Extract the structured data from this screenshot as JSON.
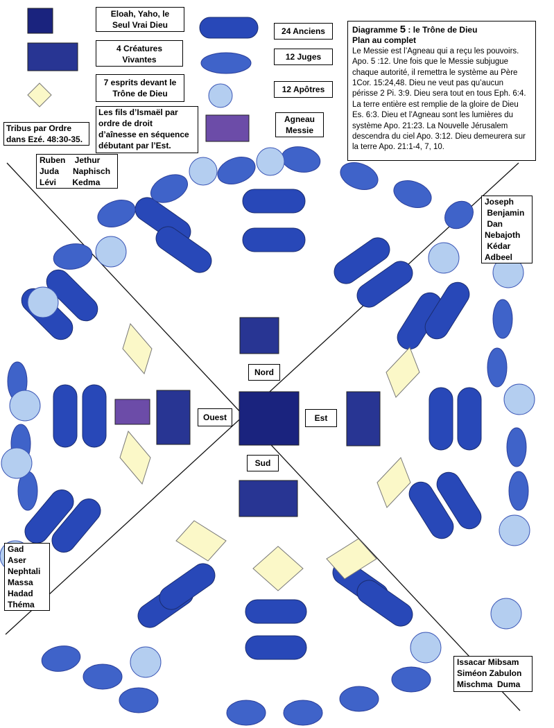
{
  "legend": {
    "throne_label": "Eloah, Yaho, le\nSeul Vrai Dieu",
    "creatures_label": "4 Créatures\nVivantes",
    "spirits_label": "7 esprits devant le\nTrône de Dieu",
    "ishmael_label": "Les fils d’Ismaël par\nordre de droit\nd’aînesse en séquence\ndébutant par l’Est.",
    "tribes_label": "Tribus par Ordre\ndans Ezé. 48:30-35.",
    "elders_label": "24 Anciens",
    "judges_label": "12 Juges",
    "apostles_label": "12 Apôtres",
    "lamb_label": "Agneau\nMessie"
  },
  "description": {
    "title_prefix": "Diagramme",
    "title_number": "5",
    "title_suffix": ": le Trône de Dieu",
    "subtitle": "Plan au complet",
    "body": "Le Messie est l’Agneau qui a reçu les pouvoirs. Apo. 5 :12. Une fois que le Messie subjugue chaque autorité, il remettra le système au Père 1Cor. 15:24,48. Dieu ne veut pas qu’aucun périsse 2 Pi. 3:9. Dieu sera tout en tous Eph. 6:4. La terre entière est remplie de la gloire de Dieu Es. 6:3. Dieu et l’Agneau sont les lumières du système Apo. 21:23. La Nouvelle Jérusalem descendra du ciel Apo. 3:12. Dieu demeurera sur la terre Apo. 21:1-4, 7, 10."
  },
  "directions": {
    "north": "Nord",
    "south": "Sud",
    "east": "Est",
    "west": "Ouest"
  },
  "tribes": {
    "north_west": "Ruben    Jethur\nJuda      Naphisch\nLévi       Kedma",
    "north_east": "Joseph\n Benjamin\n Dan\nNebajoth\n Kédar\nAdbeel",
    "south_west": "Gad\nAser\nNephtali\nMassa\nHadad\nThéma",
    "south_east": "Issacar Mibsam\nSiméon Zabulon\nMischma  Duma"
  },
  "colors": {
    "throne": "#1a237e",
    "creature": "#283593",
    "elder": "#2848b8",
    "judge": "#3f63c9",
    "apostle": "#b4cef0",
    "spirit": "#fbf8c8",
    "lamb": "#6c4ca8"
  }
}
